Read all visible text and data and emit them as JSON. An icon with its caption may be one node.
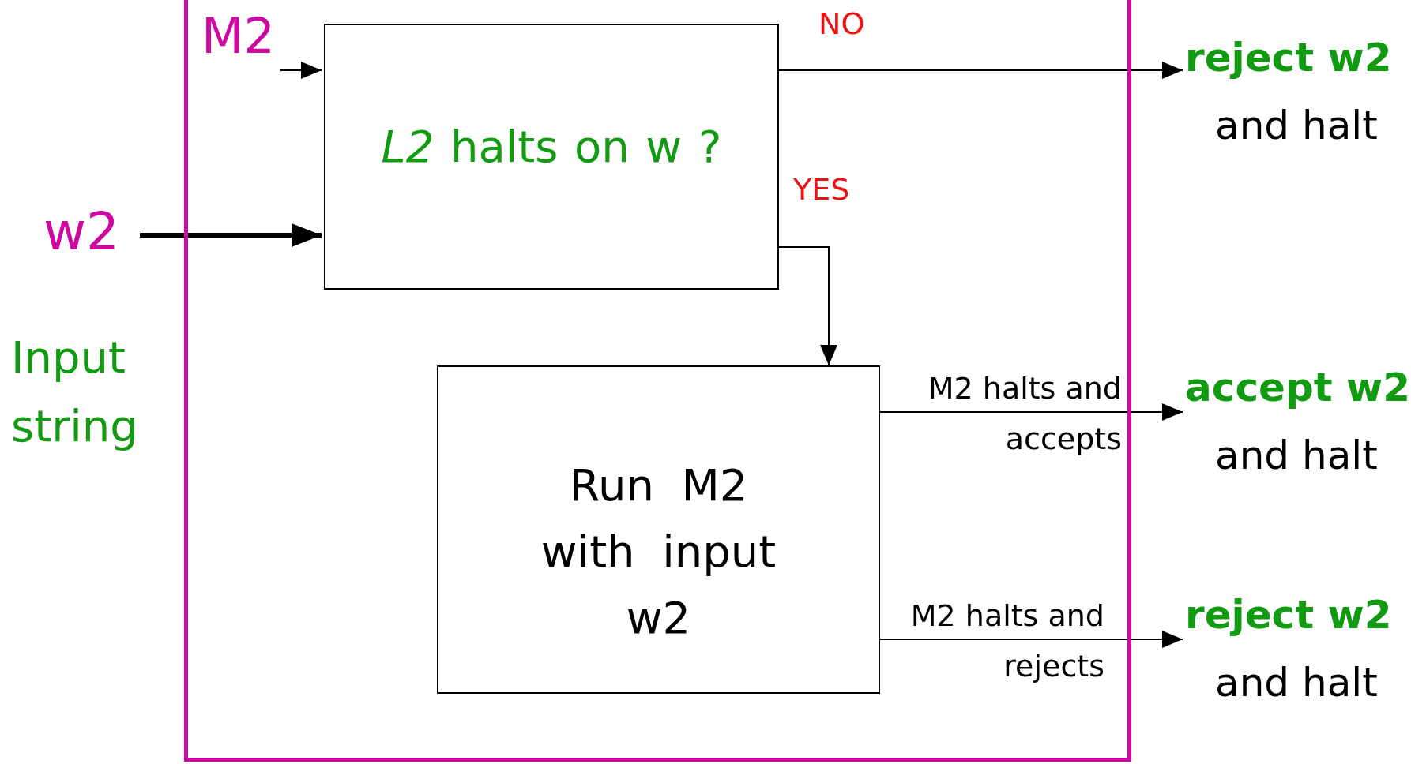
{
  "diagram": {
    "nodes": [
      {
        "text": [],
        "shape": "box"
      },
      {
        "text": [
          "M2"
        ],
        "in": 0
      },
      {
        "text": [
          "*L2* halts on w ?"
        ],
        "in": 0
      },
      {
        "text": [
          "w2"
        ]
      },
      {
        "text": [
          "reject w2",
          "and halt"
        ]
      },
      {
        "text": [
          "Run M2 with input w2"
        ],
        "in": 0
      },
      {
        "text": [
          "accept w2",
          "and halt"
        ]
      },
      {
        "text": [
          "reject w2",
          "and halt"
        ]
      }
    ],
    "edges": [
      {
        "from": 1,
        "to": 2,
        "arrow": "to"
      },
      {
        "from": 3,
        "to": 2,
        "arrow": "to",
        "style": "thick"
      },
      {
        "from": 2,
        "to": 4,
        "arrow": "to",
        "label": "NO"
      },
      {
        "from": 2,
        "to": 5,
        "arrow": "to",
        "label": "YES"
      },
      {
        "from": 5,
        "to": 6,
        "arrow": "to",
        "label": "M2 halts and accepts"
      },
      {
        "from": 5,
        "to": 7,
        "arrow": "to",
        "label": "M2 halts and rejects"
      }
    ],
    "labels": [
      "Input string"
    ]
  }
}
